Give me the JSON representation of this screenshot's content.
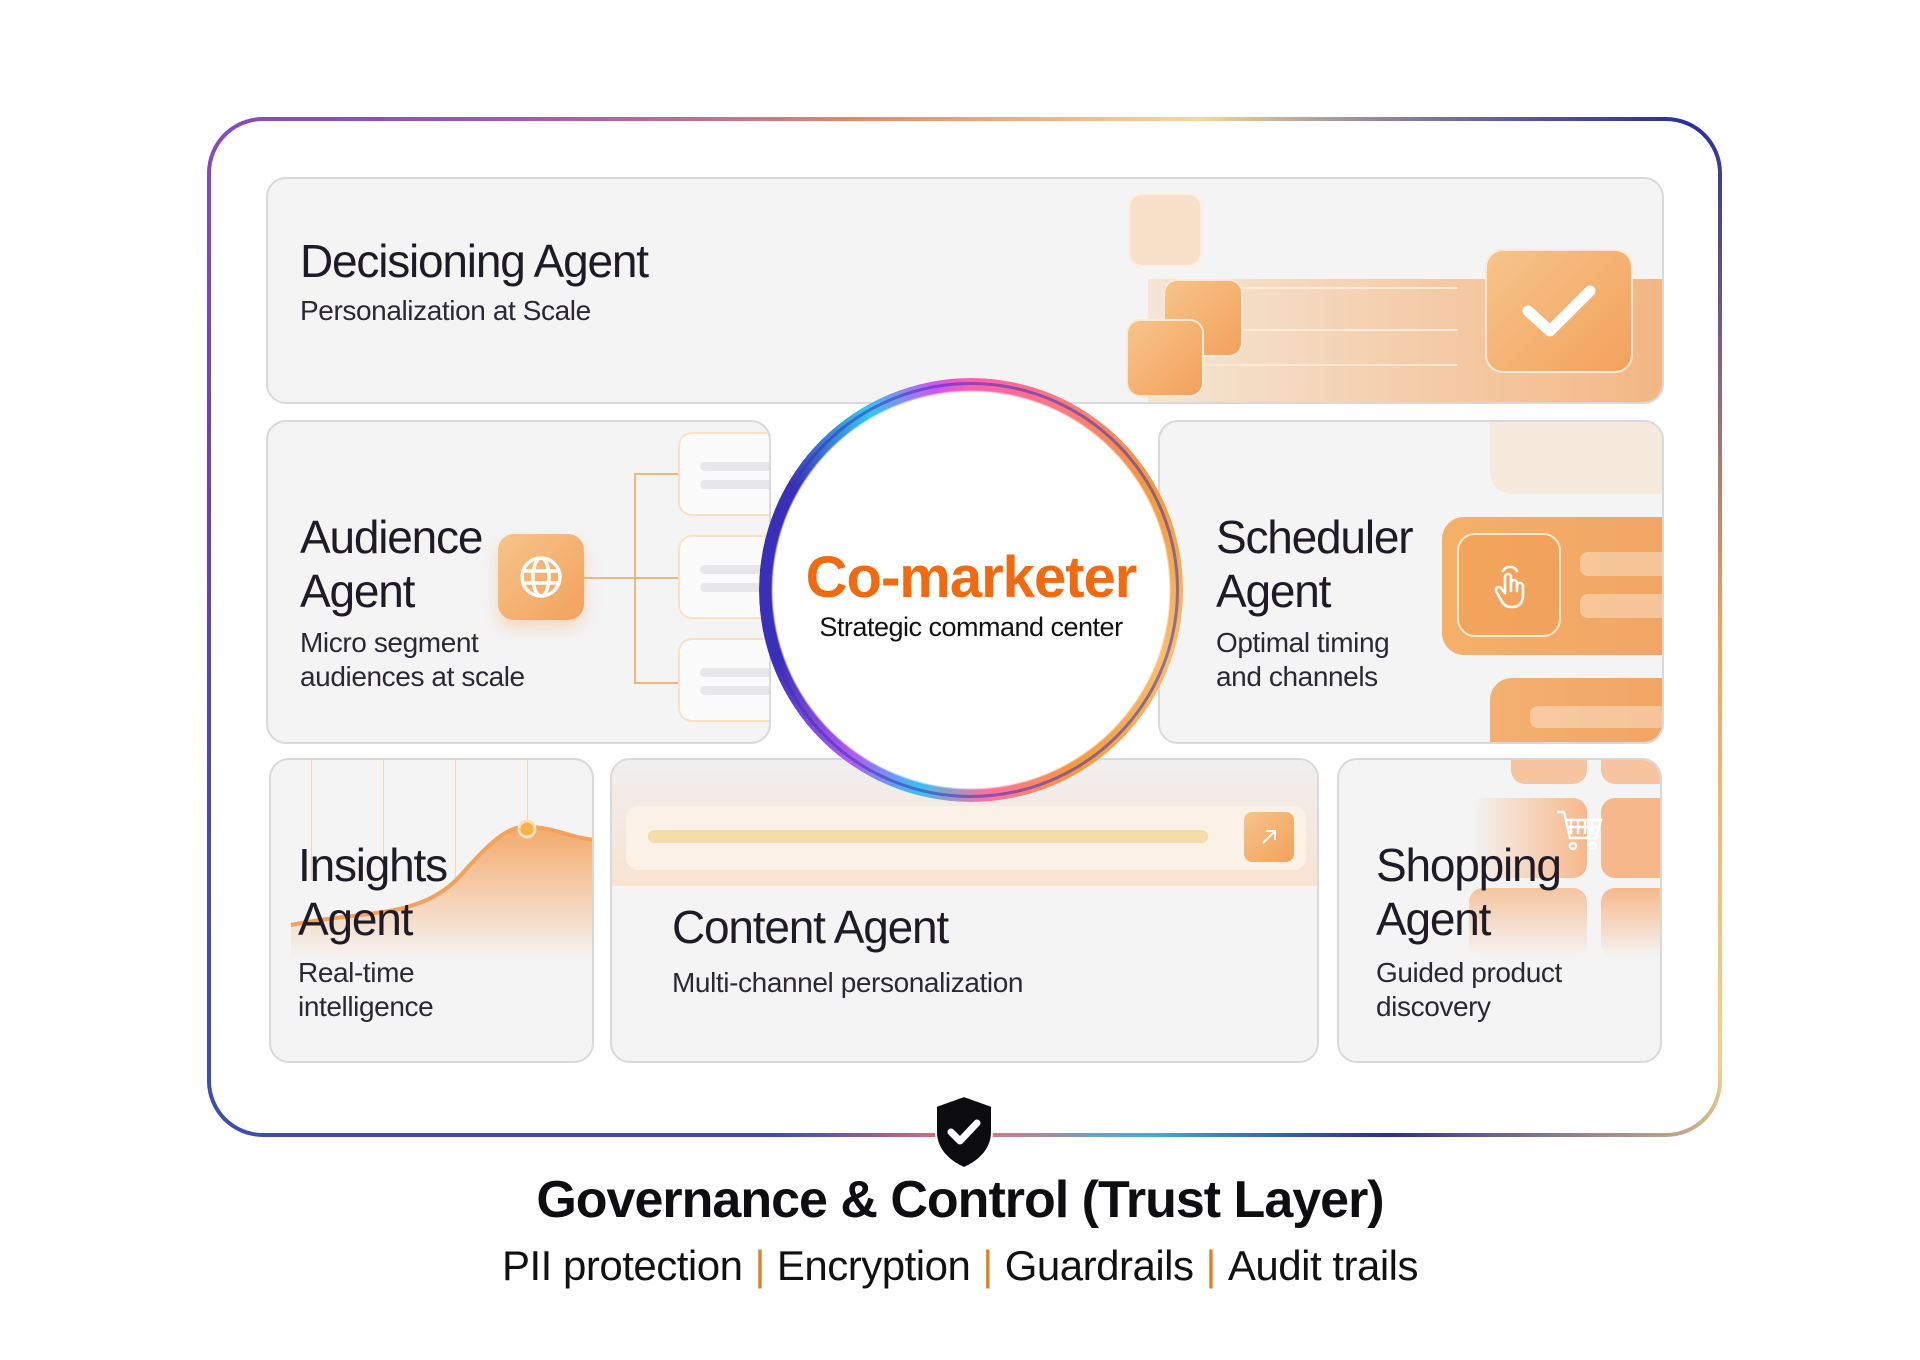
{
  "center": {
    "brand": "Co-marketer",
    "tagline": "Strategic command center",
    "brand_color": "#f26a10"
  },
  "agents": {
    "decisioning": {
      "title": "Decisioning Agent",
      "subtitle": "Personalization at Scale",
      "icon": "check-icon"
    },
    "audience": {
      "title_line1": "Audience",
      "title_line2": "Agent",
      "subtitle_line1": "Micro segment",
      "subtitle_line2": "audiences at scale",
      "icon": "globe-icon"
    },
    "scheduler": {
      "title_line1": "Scheduler",
      "title_line2": "Agent",
      "subtitle_line1": "Optimal timing",
      "subtitle_line2": "and channels",
      "icon": "tap-hand-icon"
    },
    "insights": {
      "title_line1": "Insights",
      "title_line2": "Agent",
      "subtitle_line1": "Real-time",
      "subtitle_line2": "intelligence",
      "icon": "trend-curve-icon"
    },
    "content": {
      "title": "Content Agent",
      "subtitle": "Multi-channel personalization",
      "icon": "arrow-up-right-icon"
    },
    "shopping": {
      "title_line1": "Shopping",
      "title_line2": "Agent",
      "subtitle_line1": "Guided product",
      "subtitle_line2": "discovery",
      "icon": "cart-icon"
    }
  },
  "governance": {
    "icon": "shield-check-icon",
    "title": "Governance & Control (Trust Layer)",
    "items": [
      "PII protection",
      "Encryption",
      "Guardrails",
      "Audit trails"
    ],
    "separator_color": "#e0802a"
  },
  "colors": {
    "accent_orange": "#f3a15c",
    "card_bg": "#f4f4f5"
  }
}
